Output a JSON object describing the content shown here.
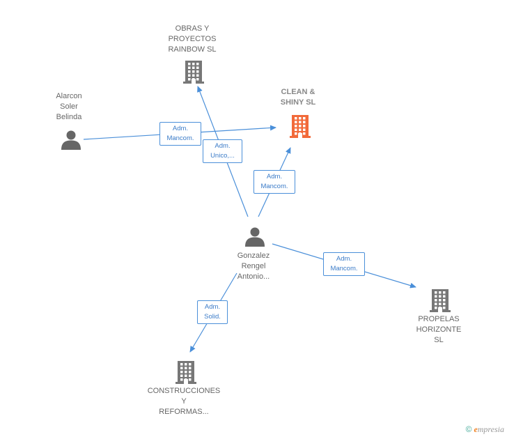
{
  "nodes": {
    "obras": {
      "lines": [
        "OBRAS Y",
        "PROYECTOS",
        "RAINBOW  SL"
      ],
      "kind": "company"
    },
    "clean": {
      "lines": [
        "CLEAN &",
        "SHINY  SL"
      ],
      "kind": "company-focus"
    },
    "alarcon": {
      "lines": [
        "Alarcon",
        "Soler",
        "Belinda"
      ],
      "kind": "person"
    },
    "gonzalez": {
      "lines": [
        "Gonzalez",
        "Rengel",
        "Antonio..."
      ],
      "kind": "person"
    },
    "propelas": {
      "lines": [
        "PROPELAS",
        "HORIZONTE",
        "SL"
      ],
      "kind": "company"
    },
    "construcciones": {
      "lines": [
        "CONSTRUCCIONES",
        "Y",
        "REFORMAS..."
      ],
      "kind": "company"
    }
  },
  "edges": {
    "alarcon_clean": [
      "Adm.",
      "Mancom."
    ],
    "gonzalez_obras": [
      "Adm.",
      "Unico,..."
    ],
    "gonzalez_clean": [
      "Adm.",
      "Mancom."
    ],
    "gonzalez_propelas": [
      "Adm.",
      "Mancom."
    ],
    "gonzalez_construcciones": [
      "Adm.",
      "Solid."
    ]
  },
  "footer": {
    "copyright_symbol": "©",
    "brand_initial": "e",
    "brand_rest": "mpresia"
  },
  "colors": {
    "edge": "#4a8fd9",
    "company_icon": "#777777",
    "focus_icon": "#f26a3a",
    "person_icon": "#666666"
  },
  "icons": {
    "company": "building-icon",
    "company-focus": "building-icon",
    "person": "person-icon"
  }
}
